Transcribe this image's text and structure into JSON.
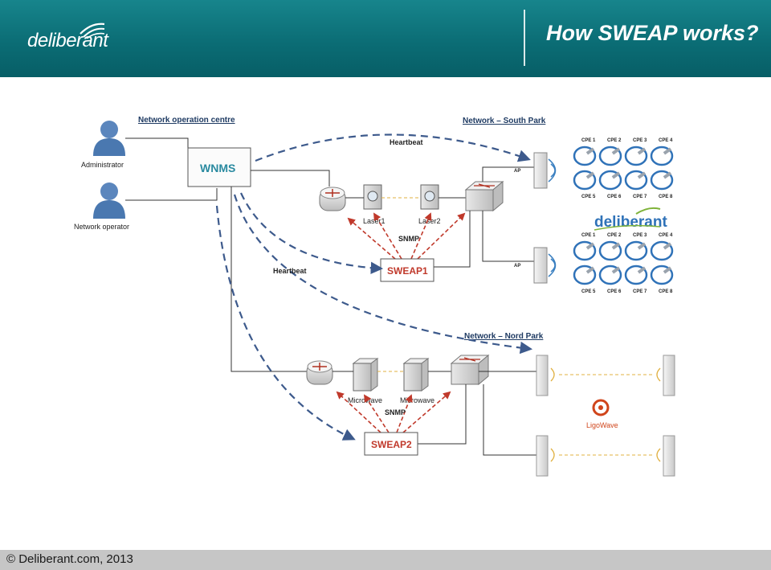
{
  "header": {
    "logo_text": "deliberant",
    "title": "How SWEAP works?"
  },
  "footer": {
    "copyright": "© Deliberant.com, 2013"
  },
  "diagram": {
    "noc_label": "Network operation centre",
    "south_label": "Network – South Park",
    "nord_label": "Network – Nord Park",
    "administrator": "Administrator",
    "operator": "Network operator",
    "wnms": "WNMS",
    "heartbeat_top": "Heartbeat",
    "heartbeat_left": "Heartbeat",
    "laser1": "Laser1",
    "laser2": "Laser2",
    "snmp1": "SNMP",
    "snmp2": "SNMP",
    "sweap1": "SWEAP1",
    "sweap2": "SWEAP2",
    "microwave1": "Microwave",
    "microwave2": "Microwave",
    "ap_top": "AP",
    "ap_bottom": "AP",
    "cpe_top_row1": [
      "CPE 1",
      "CPE 2",
      "CPE 3",
      "CPE 4"
    ],
    "cpe_top_row2": [
      "CPE 5",
      "CPE 6",
      "CPE 7",
      "CPE 8"
    ],
    "cpe_bot_row1": [
      "CPE 1",
      "CPE 2",
      "CPE 3",
      "CPE 4"
    ],
    "cpe_bot_row2": [
      "CPE 5",
      "CPE 6",
      "CPE 7",
      "CPE 8"
    ],
    "deliberant_logo": "deliberant",
    "ligowave_logo": "LigoWave"
  },
  "colors": {
    "header_teal": "#0b6d75",
    "dashed_blue": "#3d5a8c",
    "dashed_red": "#c0392b",
    "sweap_red": "#c0392b",
    "wnms_teal": "#2a8aa0",
    "person_blue": "#4a78b0"
  }
}
